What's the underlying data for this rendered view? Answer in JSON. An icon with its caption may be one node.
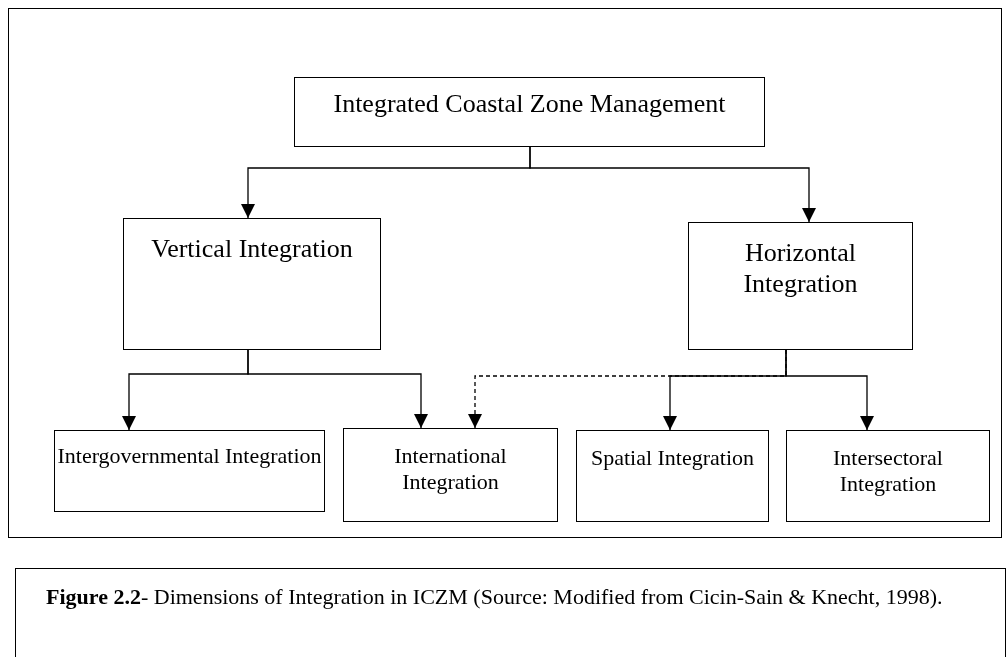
{
  "diagram": {
    "caption": "**Figure 2.2**- Dimensions of Integration in ICZM (Source: Modified from Cicin-Sain & Knecht, 1998).",
    "nodes": [
      {
        "text": [
          "Integrated Coastal Zone Management"
        ]
      },
      {
        "text": [
          "Vertical Integration"
        ]
      },
      {
        "text": [
          "Horizontal Integration"
        ]
      },
      {
        "text": [
          "Intergovernmental Integration"
        ]
      },
      {
        "text": [
          "International Integration"
        ]
      },
      {
        "text": [
          "Spatial Integration"
        ]
      },
      {
        "text": [
          "Intersectoral Integration"
        ]
      }
    ],
    "edges": [
      {
        "from": 0,
        "to": 1,
        "arrow": "to"
      },
      {
        "from": 0,
        "to": 2,
        "arrow": "to"
      },
      {
        "from": 1,
        "to": 3,
        "arrow": "to"
      },
      {
        "from": 1,
        "to": 4,
        "arrow": "to"
      },
      {
        "from": 2,
        "to": 4,
        "arrow": "to",
        "style": "dashed"
      },
      {
        "from": 2,
        "to": 5,
        "arrow": "to"
      },
      {
        "from": 2,
        "to": 6,
        "arrow": "to"
      }
    ]
  }
}
